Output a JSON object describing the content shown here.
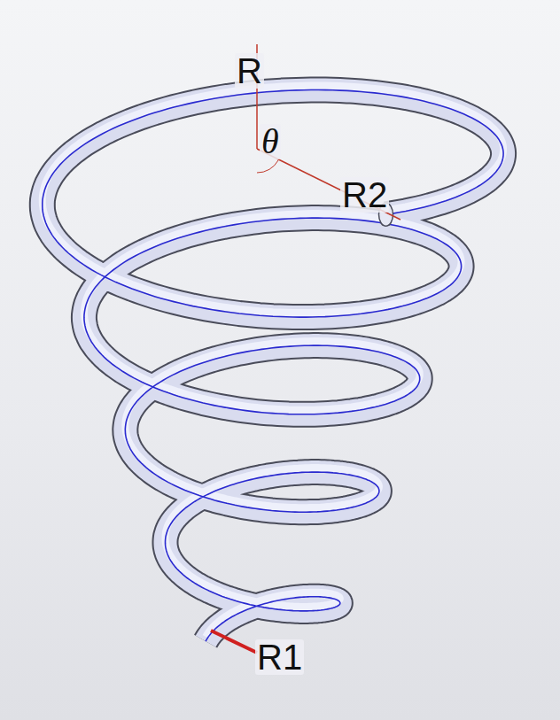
{
  "diagram": {
    "labels": [
      "R",
      "θ",
      "R2",
      "R1"
    ]
  }
}
